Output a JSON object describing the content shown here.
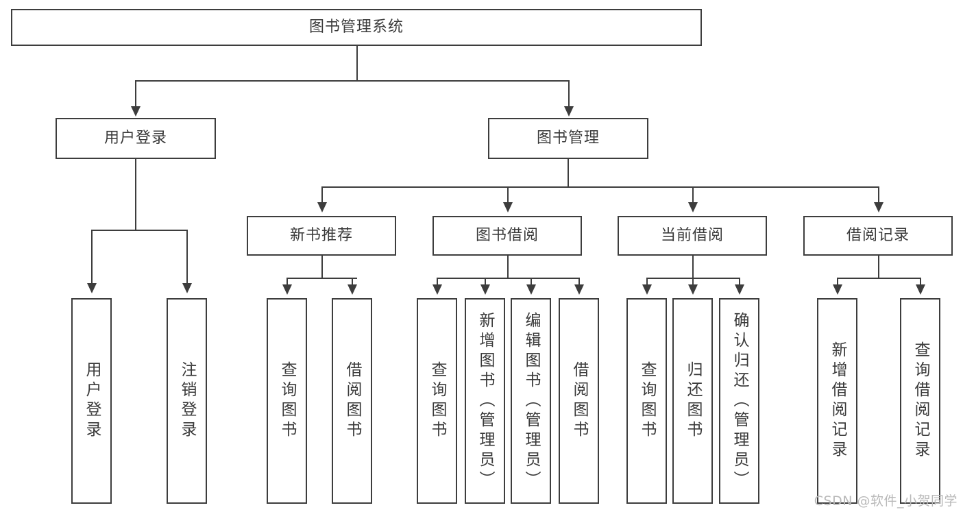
{
  "diagram": {
    "title": "图书管理系统",
    "type": "tree-diagram",
    "root": {
      "label": "图书管理系统"
    },
    "level2": [
      {
        "label": "用户登录"
      },
      {
        "label": "图书管理"
      }
    ],
    "level3": [
      {
        "label": "新书推荐"
      },
      {
        "label": "图书借阅"
      },
      {
        "label": "当前借阅"
      },
      {
        "label": "借阅记录"
      }
    ],
    "leaves": {
      "user_login": [
        {
          "label": "用户登录"
        },
        {
          "label": "注销登录"
        }
      ],
      "new_book_recommend": [
        {
          "label": "查询图书"
        },
        {
          "label": "借阅图书"
        }
      ],
      "book_borrow": [
        {
          "label": "查询图书"
        },
        {
          "label": "新增图书（管理员）"
        },
        {
          "label": "编辑图书（管理员）"
        },
        {
          "label": "借阅图书"
        }
      ],
      "current_borrow": [
        {
          "label": "查询图书"
        },
        {
          "label": "归还图书"
        },
        {
          "label": "确认归还（管理员）"
        }
      ],
      "borrow_record": [
        {
          "label": "新增借阅记录"
        },
        {
          "label": "查询借阅记录"
        }
      ]
    }
  },
  "watermark": {
    "text": "CSDN @软件_小贺同学"
  },
  "colors": {
    "box_border": "#3d3d3d",
    "text": "#3a3a3a",
    "background": "#ffffff",
    "watermark": "#b9b9b9"
  }
}
